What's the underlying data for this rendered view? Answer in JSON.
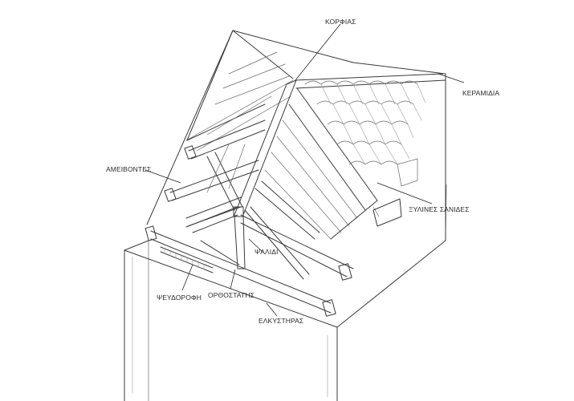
{
  "labels": {
    "korfias": "ΚΟΡΦΙΑΣ",
    "keramidia": "ΚΕΡΑΜΙΔΙΑ",
    "ameivontes": "ΑΜΕΙΒΟΝΤΕΣ",
    "xylines_sanides": "ΞΥΛΙΝΕΣ ΣΑΝΙΔΕΣ",
    "psalidi": "ΨΑΛΙΔΙ",
    "psevdorofi": "ΨΕΥΔΟΡΟΦΗ",
    "orthostatis": "ΟΡΘΟΣΤΑΤΗΣ",
    "elkystiras": "ΕΛΚΥΣΤΗΡΑΣ"
  }
}
